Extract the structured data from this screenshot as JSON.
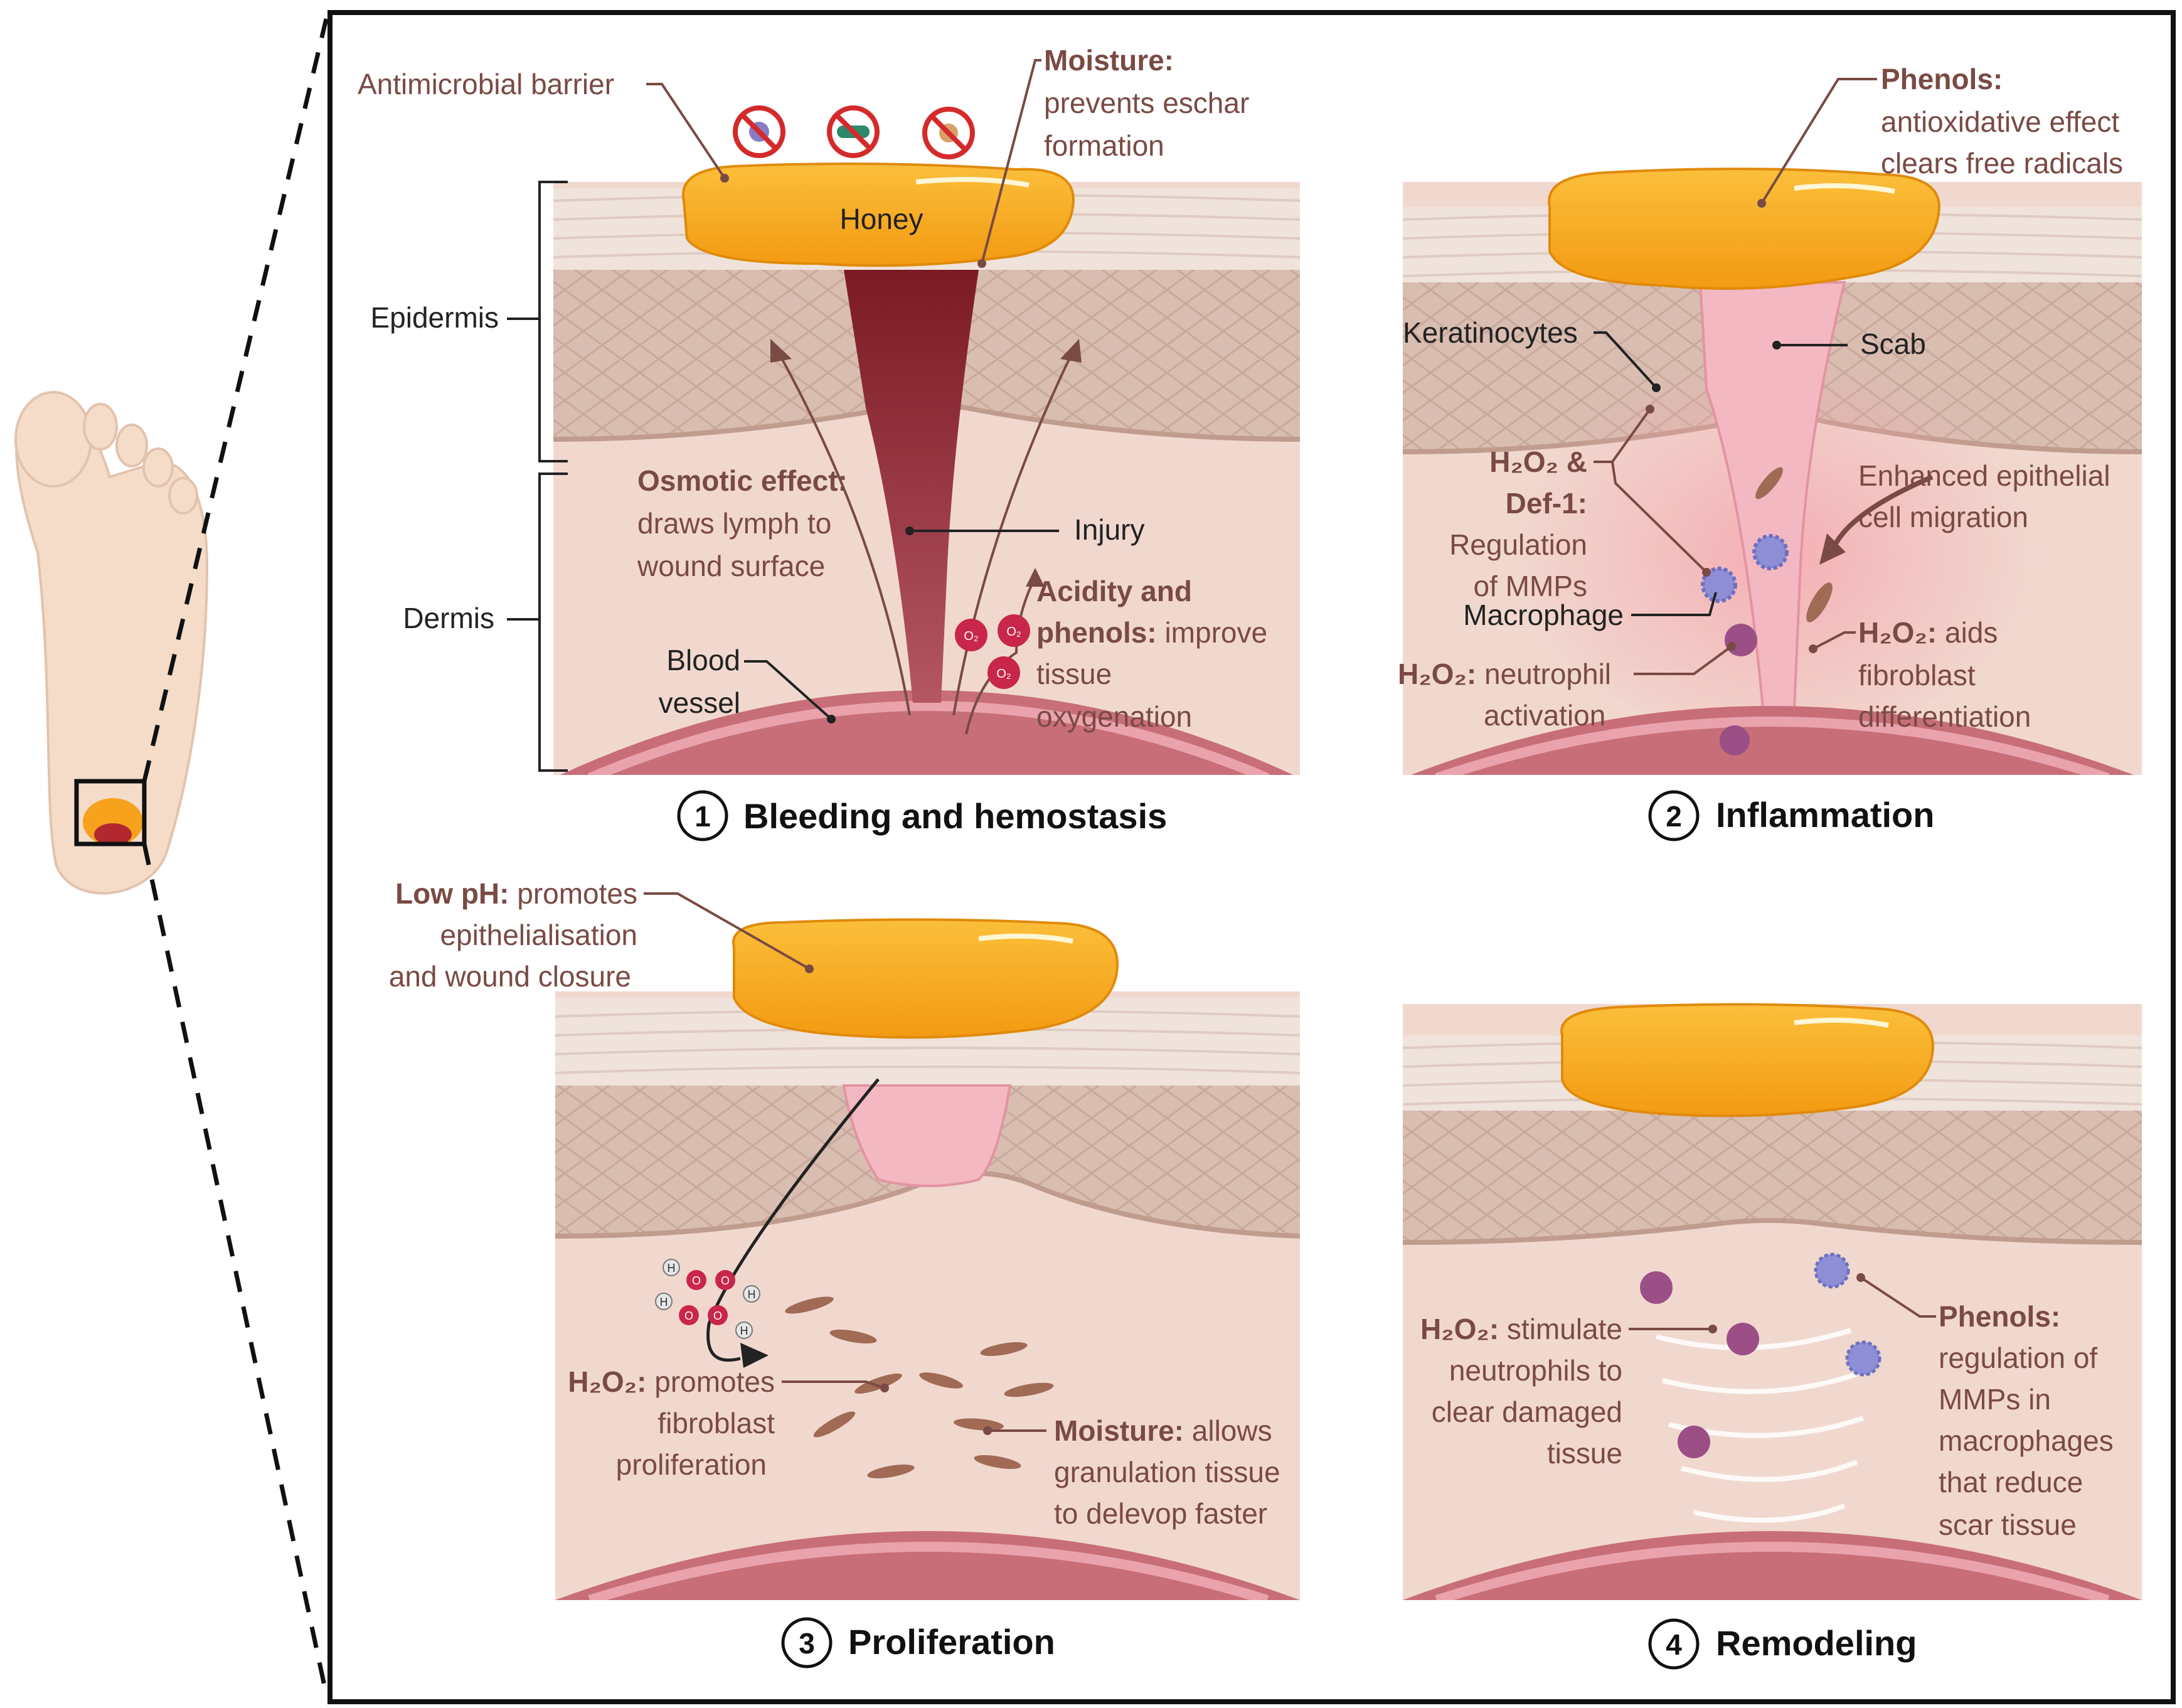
{
  "colors": {
    "honey": "#f7a21c",
    "honey_light": "#fbc64a",
    "skin_dermis": "#f1d8cf",
    "skin_epidermis": "#d8bcb0",
    "blood_vessel": "#c86e78",
    "wound": "#8b1f2a",
    "scab": "#f3b8c2",
    "label_brown": "#7a4a44"
  },
  "panel1": {
    "number": "1",
    "title": "Bleeding and hemostasis",
    "honey": "Honey",
    "antimicrobial": "Antimicrobial barrier",
    "moisture_b": "Moisture:",
    "moisture_1": "prevents eschar",
    "moisture_2": "formation",
    "epidermis": "Epidermis",
    "dermis": "Dermis",
    "osmotic_b": "Osmotic effect:",
    "osmotic_1": "draws lymph to",
    "osmotic_2": "wound surface",
    "injury": "Injury",
    "acidity_b1": "Acidity and",
    "acidity_b2": "phenols:",
    "acidity_1": " improve",
    "acidity_2": "tissue",
    "acidity_3": "oxygenation",
    "blood_1": "Blood",
    "blood_2": "vessel",
    "o2": "O₂"
  },
  "panel2": {
    "number": "2",
    "title": "Inflammation",
    "phenols_b": "Phenols:",
    "phenols_1": "antioxidative effect",
    "phenols_2": "clears free radicals",
    "keratinocytes": "Keratinocytes",
    "scab": "Scab",
    "h2o2def_b1": "H₂O₂ &",
    "h2o2def_b2": "Def-1:",
    "h2o2def_1": "Regulation",
    "h2o2def_2": "of MMPs",
    "macrophage": "Macrophage",
    "neutrophil_b": "H₂O₂:",
    "neutrophil_1": " neutrophil",
    "neutrophil_2": "activation",
    "enhanced_1": "Enhanced epithelial",
    "enhanced_2": "cell migration",
    "aids_b": "H₂O₂:",
    "aids_1": " aids",
    "aids_2": "fibroblast",
    "aids_3": "differentiation"
  },
  "panel3": {
    "number": "3",
    "title": "Proliferation",
    "lowph_b": "Low pH:",
    "lowph_1": " promotes",
    "lowph_2": "epithelialisation",
    "lowph_3": "and wound closure",
    "h2o2_b": "H₂O₂:",
    "h2o2_1": " promotes",
    "h2o2_2": "fibroblast",
    "h2o2_3": "proliferation",
    "moist_b": "Moisture:",
    "moist_1": " allows",
    "moist_2": "granulation tissue",
    "moist_3": "to delevop faster",
    "atom_o": "O",
    "atom_h": "H"
  },
  "panel4": {
    "number": "4",
    "title": "Remodeling",
    "stim_b": "H₂O₂:",
    "stim_1": " stimulate",
    "stim_2": "neutrophils to",
    "stim_3": "clear damaged",
    "stim_4": "tissue",
    "phen_b": "Phenols:",
    "phen_1": "regulation of",
    "phen_2": "MMPs in",
    "phen_3": "macrophages",
    "phen_4": "that reduce",
    "phen_5": "scar tissue"
  }
}
